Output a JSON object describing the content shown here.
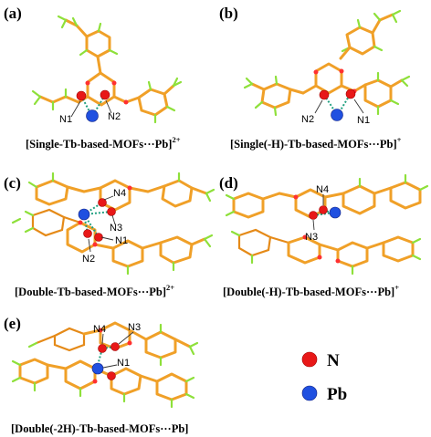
{
  "panels": [
    {
      "label": "(a)",
      "caption": "[Single-Tb-based-MOFs···Pb]",
      "charge": "2+",
      "atoms": [
        "N1",
        "N2"
      ]
    },
    {
      "label": "(b)",
      "caption": "[Single(-H)-Tb-based-MOFs···Pb]",
      "charge": "+",
      "atoms": [
        "N2",
        "N1"
      ]
    },
    {
      "label": "(c)",
      "caption": "[Double-Tb-based-MOFs···Pb]",
      "charge": "2+",
      "atoms": [
        "N4",
        "N3",
        "N1",
        "N2"
      ]
    },
    {
      "label": "(d)",
      "caption": "[Double(-H)-Tb-based-MOFs···Pb]",
      "charge": "+",
      "atoms": [
        "N4",
        "N3"
      ]
    },
    {
      "label": "(e)",
      "caption": "[Double(-2H)-Tb-based-MOFs···Pb]",
      "charge": "",
      "atoms": [
        "N4",
        "N3",
        "N1"
      ]
    }
  ],
  "legend": [
    {
      "symbol": "N",
      "color": "#e81818"
    },
    {
      "symbol": "Pb",
      "color": "#2050e0"
    }
  ]
}
